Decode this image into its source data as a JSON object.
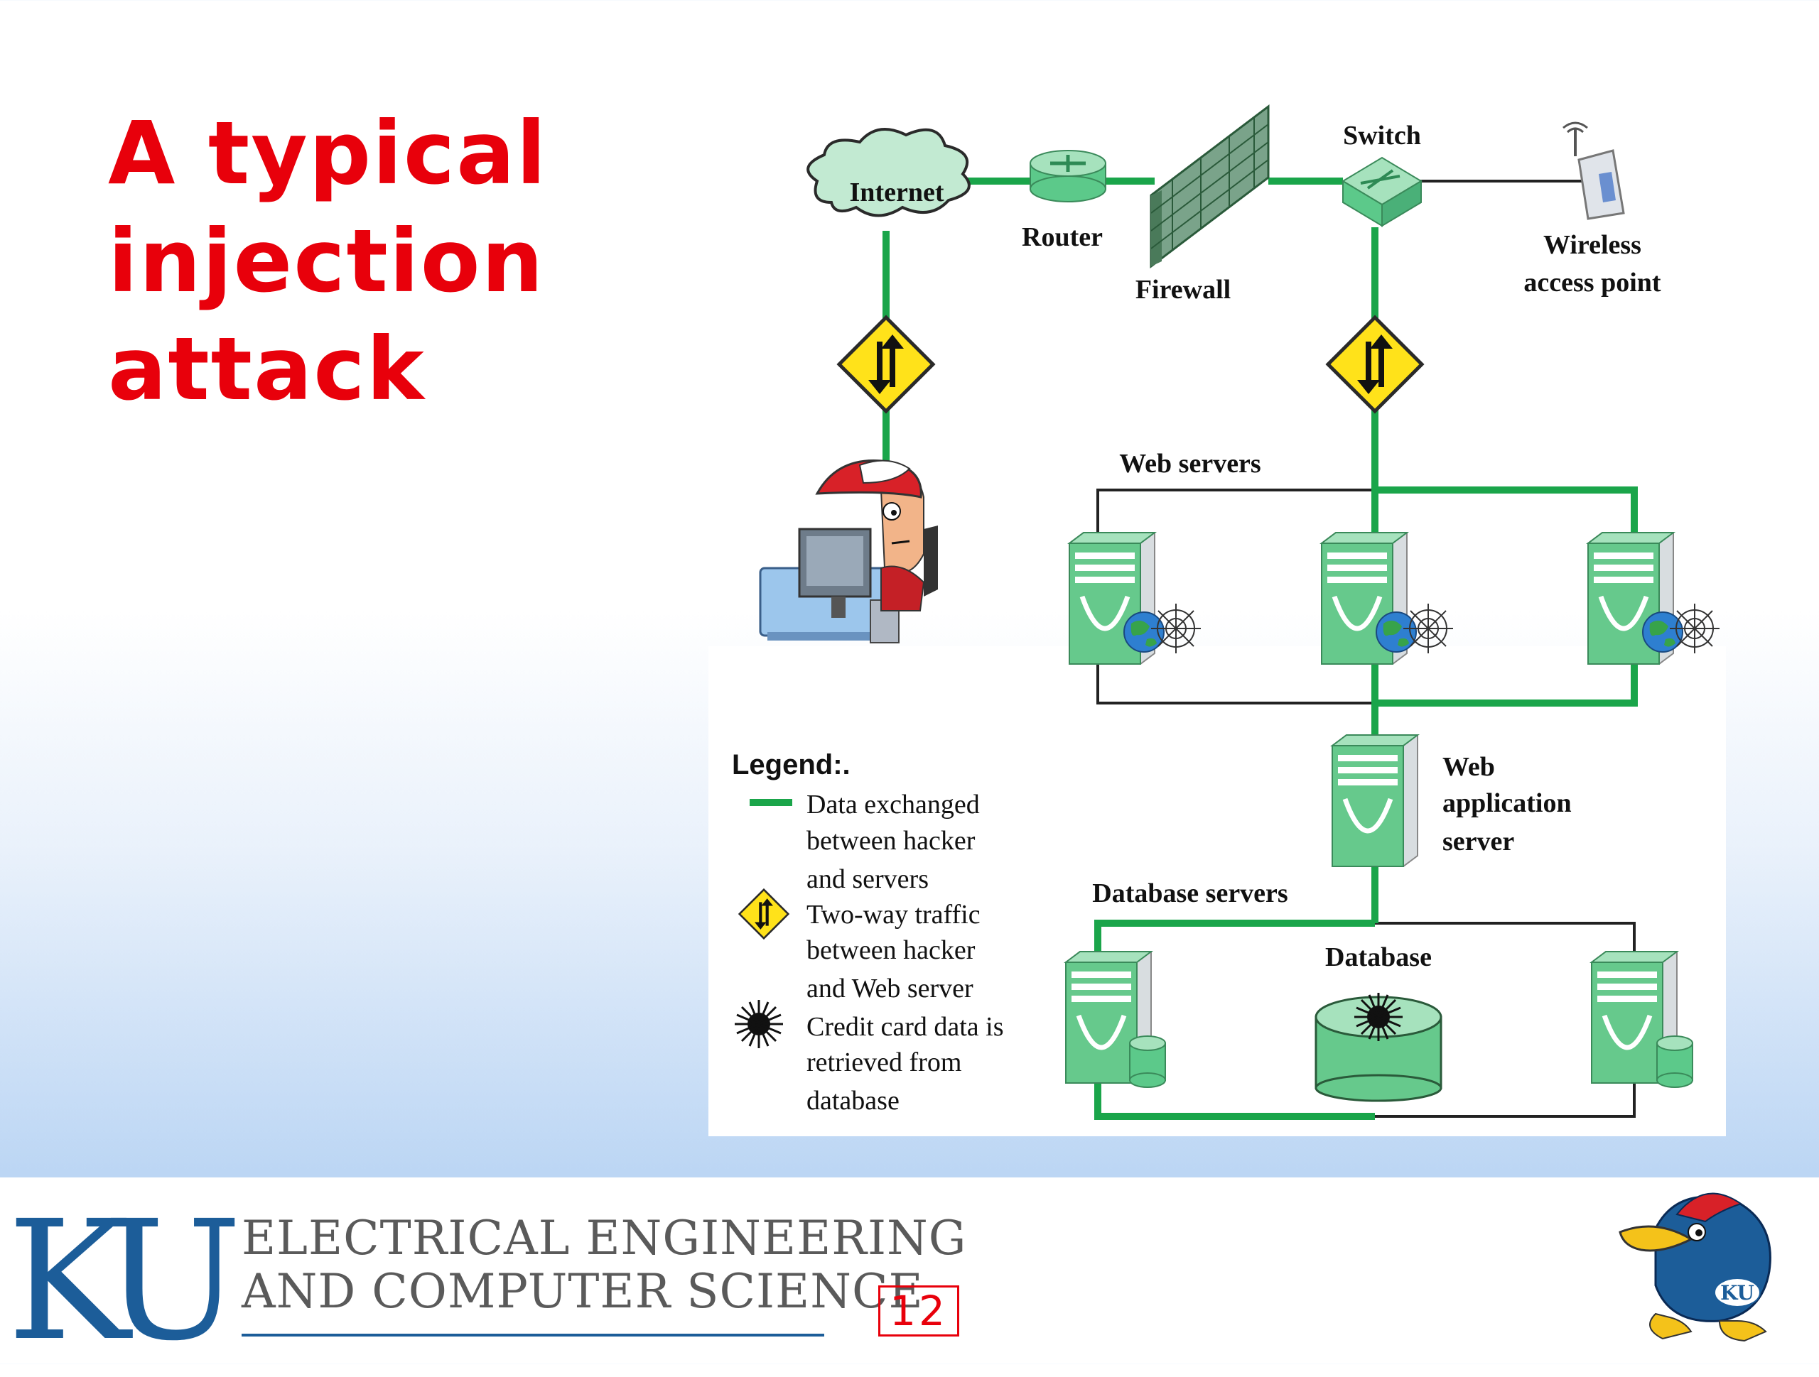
{
  "slide": {
    "title_lines": [
      "A typical",
      "injection",
      "attack"
    ],
    "page_number": "12"
  },
  "diagram": {
    "labels": {
      "internet": "Internet",
      "router": "Router",
      "firewall": "Firewall",
      "switch": "Switch",
      "wireless_line1": "Wireless",
      "wireless_line2": "access point",
      "web_servers": "Web servers",
      "web_app_line1": "Web",
      "web_app_line2": "application",
      "web_app_line3": "server",
      "database_servers": "Database servers",
      "database": "Database"
    },
    "legend": {
      "title": "Legend:.",
      "items": [
        {
          "lines": [
            "Data exchanged",
            "between hacker",
            "and servers"
          ]
        },
        {
          "lines": [
            "Two-way traffic",
            "between hacker",
            "and Web server"
          ]
        },
        {
          "lines": [
            "Credit card data is",
            "retrieved from",
            "database"
          ]
        }
      ]
    },
    "colors": {
      "attack_path": "#1aa54a",
      "network_line": "#222222",
      "warning_sign": "#ffe21a",
      "server": "#5cc98a"
    }
  },
  "footer": {
    "logo": "KU",
    "dept_line1": "ELECTRICAL ENGINEERING",
    "dept_line2": "AND COMPUTER SCIENCE"
  },
  "colors": {
    "title": "#e8000b",
    "ku_blue": "#1c5d99"
  }
}
